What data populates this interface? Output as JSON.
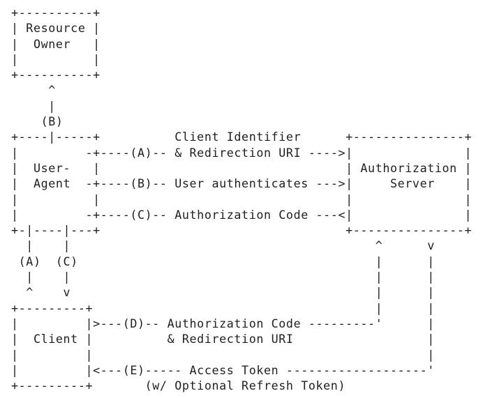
{
  "diagram": {
    "lines": [
      "+----------+",
      "| Resource |",
      "|  Owner   |",
      "|          |",
      "+----------+",
      "     ^",
      "     |",
      "    (B)",
      "+----|-----+          Client Identifier      +---------------+",
      "|         -+----(A)-- & Redirection URI ---->|               |",
      "|  User-   |                                 | Authorization |",
      "|  Agent  -+----(B)-- User authenticates --->|     Server    |",
      "|          |                                 |               |",
      "|         -+----(C)-- Authorization Code ---<|               |",
      "+-|----|---+                                 +---------------+",
      "  |    |                                         ^      v",
      " (A)  (C)                                        |      |",
      "  |    |                                         |      |",
      "  ^    v                                         |      |",
      "+---------+                                      |      |",
      "|         |>---(D)-- Authorization Code ---------'      |",
      "|  Client |          & Redirection URI                  |",
      "|         |                                             |",
      "|         |<---(E)----- Access Token -------------------'",
      "+---------+       (w/ Optional Refresh Token)"
    ],
    "entities": {
      "resource_owner": "Resource Owner",
      "user_agent": "User-Agent",
      "authorization_server": "Authorization Server",
      "client": "Client"
    },
    "flows": [
      {
        "step": "A",
        "label": "Client Identifier & Redirection URI"
      },
      {
        "step": "B",
        "label": "User authenticates"
      },
      {
        "step": "C",
        "label": "Authorization Code"
      },
      {
        "step": "D",
        "label": "Authorization Code & Redirection URI"
      },
      {
        "step": "E",
        "label": "Access Token (w/ Optional Refresh Token)"
      }
    ]
  }
}
